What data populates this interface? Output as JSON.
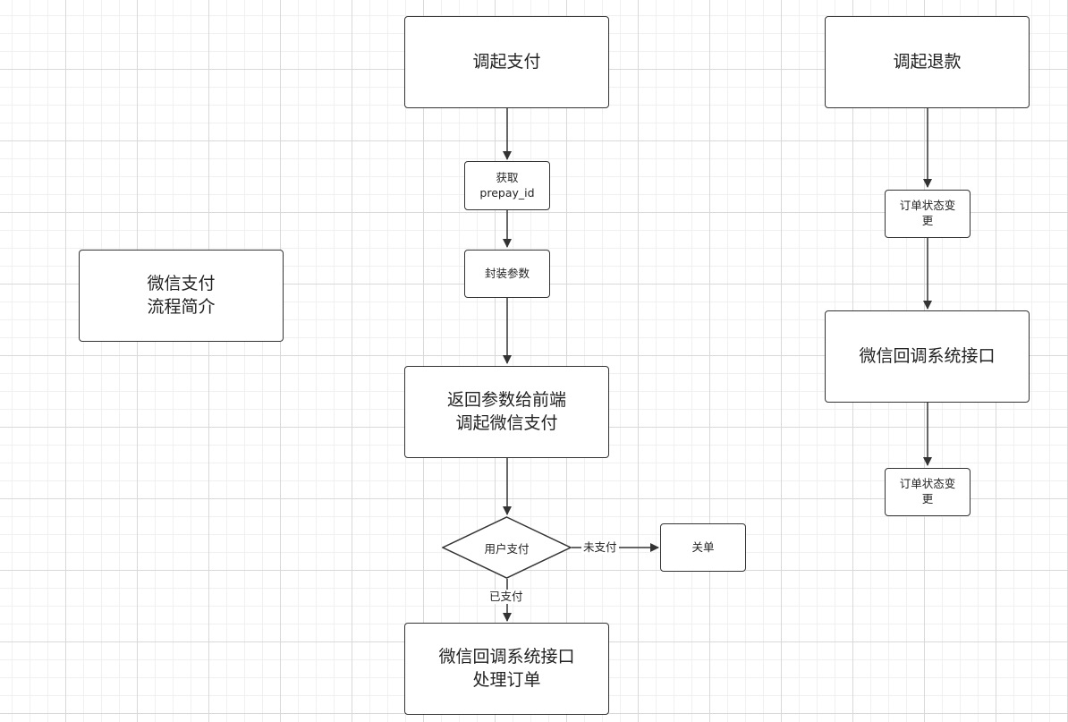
{
  "diagram": {
    "nodes": {
      "intro": "微信支付\n流程简介",
      "invoke_pay": "调起支付",
      "get_prepay": "获取\nprepay_id",
      "package_params": "封装参数",
      "return_params": "返回参数给前端\n调起微信支付",
      "user_pay": "用户支付",
      "close_order": "关单",
      "callback_process": "微信回调系统接口\n处理订单",
      "invoke_refund": "调起退款",
      "order_status_1": "订单状态变\n更",
      "refund_callback": "微信回调系统接口",
      "order_status_2": "订单状态变\n更"
    },
    "edge_labels": {
      "unpaid": "未支付",
      "paid": "已支付"
    },
    "colors": {
      "stroke": "#333333",
      "grid": "#d9d9d9",
      "background": "#ffffff"
    }
  }
}
